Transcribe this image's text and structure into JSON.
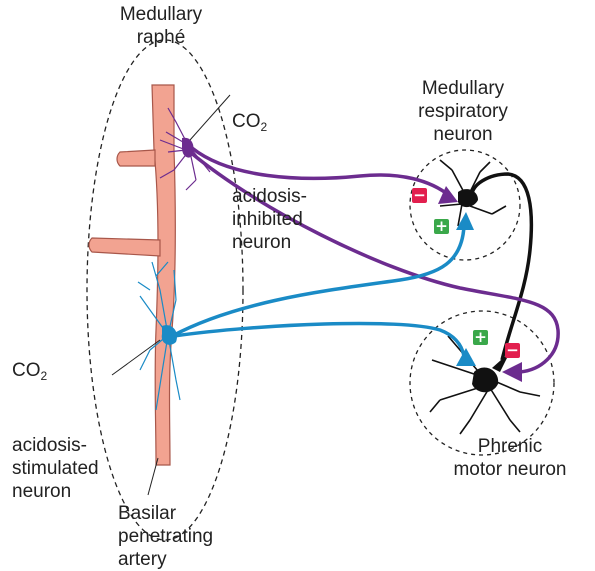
{
  "labels": {
    "raphe": "Medullary\nraphé",
    "co2_prefix": "CO",
    "co2_sub": "2",
    "inhibited": "acidosis-\ninhibited\nneuron",
    "stimulated": "acidosis-\nstimulated\nneuron",
    "respiratory": "Medullary\nrespiratory\nneuron",
    "phrenic": "Phrenic\nmotor neuron",
    "artery": "Basilar\npenetrating\nartery"
  },
  "signs": {
    "minus": "−",
    "plus": "+"
  },
  "colors": {
    "artery_fill": "#f2a391",
    "artery_stroke": "#a8574a",
    "inhibited": "#6c2c8f",
    "stimulated": "#1a8bc6",
    "motor": "#111111",
    "minus_badge": "#e21f4e",
    "plus_badge": "#3aa84a"
  }
}
